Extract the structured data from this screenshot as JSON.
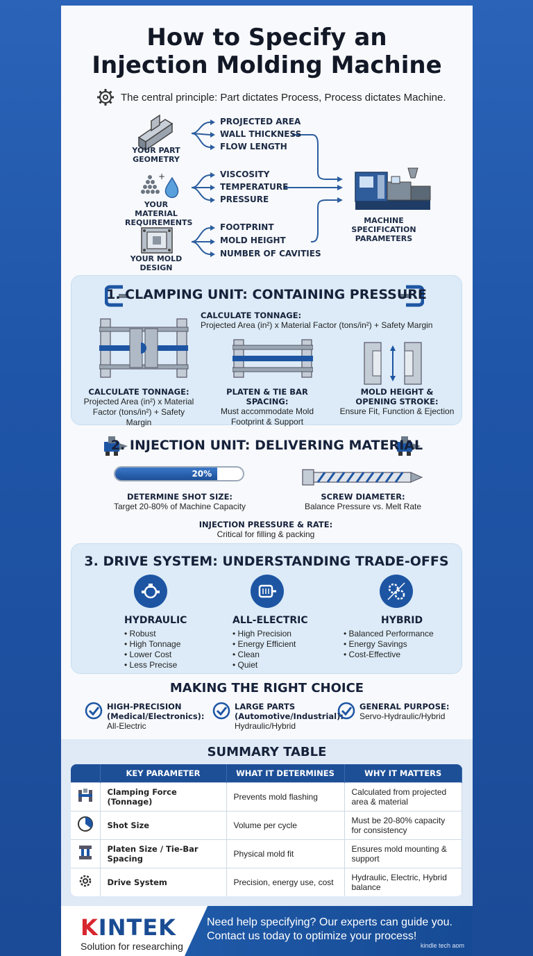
{
  "title_line1": "How to Specify an",
  "title_line2": "Injection Molding Machine",
  "principle": "The central principle: Part dictates Process, Process dictates Machine.",
  "inputs": [
    {
      "label": "YOUR PART GEOMETRY",
      "params": [
        "PROJECTED AREA",
        "WALL THICKNESS",
        "FLOW LENGTH"
      ]
    },
    {
      "label": "YOUR MATERIAL REQUIREMENTS",
      "params": [
        "VISCOSITY",
        "TEMPERATURE",
        "PRESSURE"
      ]
    },
    {
      "label": "YOUR MOLD DESIGN",
      "params": [
        "FOOTPRINT",
        "MOLD HEIGHT",
        "NUMBER OF CAVITIES"
      ]
    }
  ],
  "machine_label": "MACHINE SPECIFICATION PARAMETERS",
  "clamping": {
    "title": "1. CLAMPING UNIT: CONTAINING PRESSURE",
    "top_heading": "CALCULATE TONNAGE:",
    "top_text": "Projected Area (in²) x Material Factor (tons/in²) + Safety Margin",
    "items": [
      {
        "heading": "CALCULATE TONNAGE:",
        "text": "Projected Area (in²) x Material Factor (tons/in²) + Safety Margin"
      },
      {
        "heading": "PLATEN & TIE BAR SPACING:",
        "text": "Must accommodate Mold Footprint & Support"
      },
      {
        "heading": "MOLD HEIGHT & OPENING STROKE:",
        "text": "Ensure Fit, Function & Ejection"
      }
    ]
  },
  "injection": {
    "title": "2. INJECTION UNIT: DELIVERING MATERIAL",
    "shot_fill": 0.8,
    "shot_label": "20%",
    "items": [
      {
        "heading": "DETERMINE SHOT SIZE:",
        "text": "Target 20-80% of Machine Capacity"
      },
      {
        "heading": "SCREW DIAMETER:",
        "text": "Balance Pressure vs. Melt Rate"
      },
      {
        "heading": "INJECTION PRESSURE & RATE:",
        "text": "Critical for filling & packing"
      }
    ]
  },
  "drive": {
    "title": "3. DRIVE SYSTEM: UNDERSTANDING TRADE-OFFS",
    "types": [
      {
        "name": "HYDRAULIC",
        "icon": "pump-icon",
        "bullets": [
          "Robust",
          "High Tonnage",
          "Lower Cost",
          "Less Precise"
        ]
      },
      {
        "name": "ALL-ELECTRIC",
        "icon": "motor-icon",
        "bullets": [
          "High Precision",
          "Energy Efficient",
          "Clean",
          "Quiet"
        ]
      },
      {
        "name": "HYBRID",
        "icon": "gears-icon",
        "bullets": [
          "Balanced Performance",
          "Energy Savings",
          "Cost-Effective"
        ]
      }
    ]
  },
  "choice": {
    "title": "MAKING THE RIGHT CHOICE",
    "items": [
      {
        "heading_1": "HIGH-PRECISION",
        "heading_2": "(Medical/Electronics):",
        "value": "All-Electric"
      },
      {
        "heading_1": "LARGE PARTS",
        "heading_2": "(Automotive/Industrial):",
        "value": "Hydraulic/Hybrid"
      },
      {
        "heading_1": "GENERAL PURPOSE:",
        "heading_2": "",
        "value": "Servo-Hydraulic/Hybrid"
      }
    ]
  },
  "summary": {
    "title": "SUMMARY TABLE",
    "headers": [
      "KEY PARAMETER",
      "WHAT IT DETERMINES",
      "WHY IT MATTERS"
    ],
    "rows": [
      {
        "icon": "clamp-icon",
        "param": "Clamping Force (Tonnage)",
        "determines": "Prevents mold flashing",
        "matters": "Calculated from projected area & material"
      },
      {
        "icon": "gauge-icon",
        "param": "Shot Size",
        "determines": "Volume per cycle",
        "matters": "Must be 20-80% capacity for consistency"
      },
      {
        "icon": "platen-icon",
        "param": "Platen Size / Tie-Bar Spacing",
        "determines": "Physical mold fit",
        "matters": "Ensures mold mounting & support"
      },
      {
        "icon": "gear-icon",
        "param": "Drive System",
        "determines": "Precision, energy use, cost",
        "matters": "Hydraulic, Electric, Hybrid balance"
      }
    ]
  },
  "footer": {
    "logo_k": "K",
    "logo_rest": "INTEK",
    "tagline": "Solution for researching",
    "cta_1": "Need help specifying? Our experts can guide you.",
    "cta_2": "Contact us today to optimize your process!",
    "url": "kindle tech aom"
  },
  "colors": {
    "accent": "#1d55a3",
    "brand_red": "#d8262f",
    "card": "#dcebf7"
  }
}
